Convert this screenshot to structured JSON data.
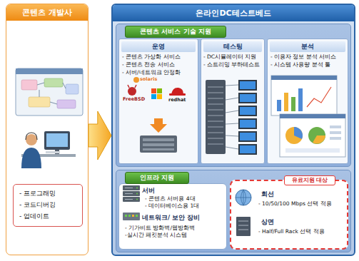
{
  "diagram": {
    "nodes": [
      {
        "text": [
          "콘텐츠 개발사"
        ]
      },
      {
        "text": [
          "- 프로그래밍",
          "- 코드디버깅",
          "- 업데이트"
        ],
        "in": 0
      },
      {
        "text": [
          "온라인DC테스트베드"
        ]
      },
      {
        "text": [
          "콘텐츠 서비스 기술 지원"
        ],
        "in": 2
      },
      {
        "text": [
          "운영",
          "- 콘텐츠 가상화 서비스",
          "- 콘텐츠 전송 서비스",
          "- 서버/네트워크 안정화"
        ],
        "in": 3
      },
      {
        "text": [
          "테스팅",
          "- DC시뮬레이터 지원",
          "- 스트리밍 부하테스트"
        ],
        "in": 3
      },
      {
        "text": [
          "분석",
          "- 이용자 정보 분석 서비스",
          "- 시스템 사용량 분석 툴"
        ],
        "in": 3
      },
      {
        "text": [
          "인프라 지원"
        ],
        "in": 2
      },
      {
        "text": [
          "서버",
          "- 콘텐츠 서버용 4대",
          "- 데이터베이스용 1대",
          "네트워크/ 보안 장비",
          "- 기가비트 방화벽/웹방화벽",
          "-실시간 패킷분석 시스템"
        ],
        "in": 7
      },
      {
        "text": [
          "유료지원 대상",
          "회선",
          "- 10/50/100 Mbps 선택 적용",
          "상면",
          "- Half/Full Rack 선택 적용"
        ],
        "in": 7
      }
    ],
    "edges": [
      {
        "from": 0,
        "to": 2,
        "arrow": "to"
      }
    ],
    "labels": [
      "solaris",
      "FreeBSD",
      "redhat"
    ]
  }
}
